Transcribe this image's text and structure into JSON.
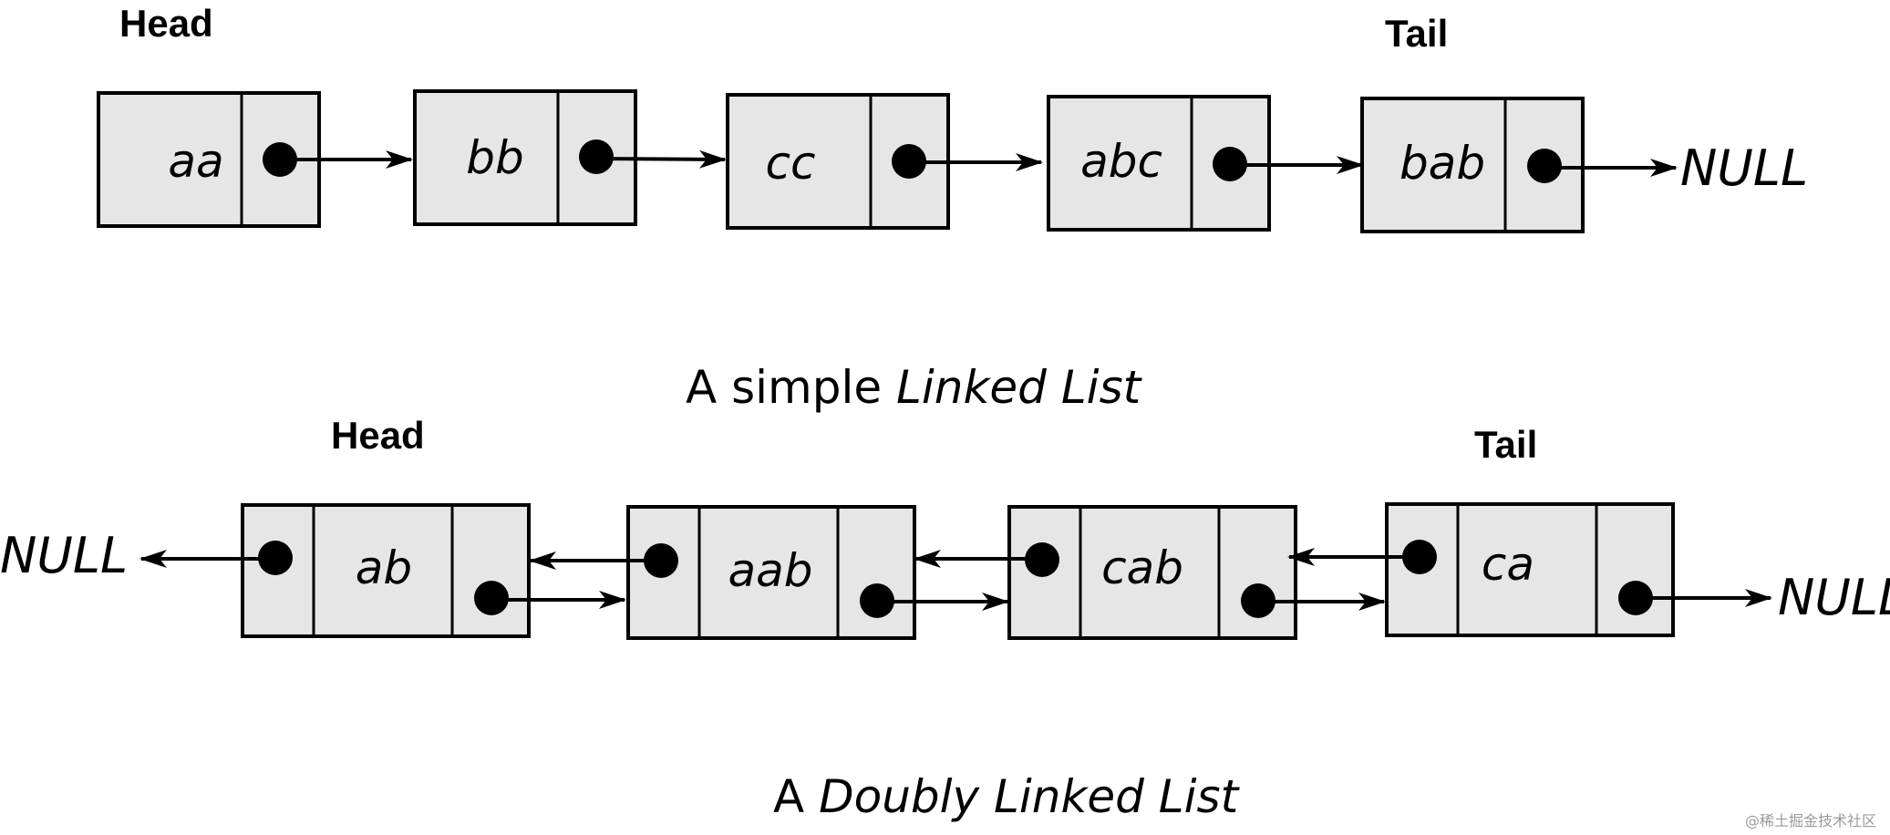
{
  "singly": {
    "head_label": "Head",
    "tail_label": "Tail",
    "null_label": "NULL",
    "caption_plain": "A simple ",
    "caption_italic": "Linked List",
    "nodes": [
      "aa",
      "bb",
      "cc",
      "abc",
      "bab"
    ]
  },
  "doubly": {
    "head_label": "Head",
    "tail_label": "Tail",
    "null_left": "NULL",
    "null_right": "NULL",
    "caption_plain": "A ",
    "caption_italic": "Doubly Linked List",
    "nodes": [
      "ab",
      "aab",
      "cab",
      "ca"
    ]
  },
  "watermark": "@稀土掘金技术社区"
}
